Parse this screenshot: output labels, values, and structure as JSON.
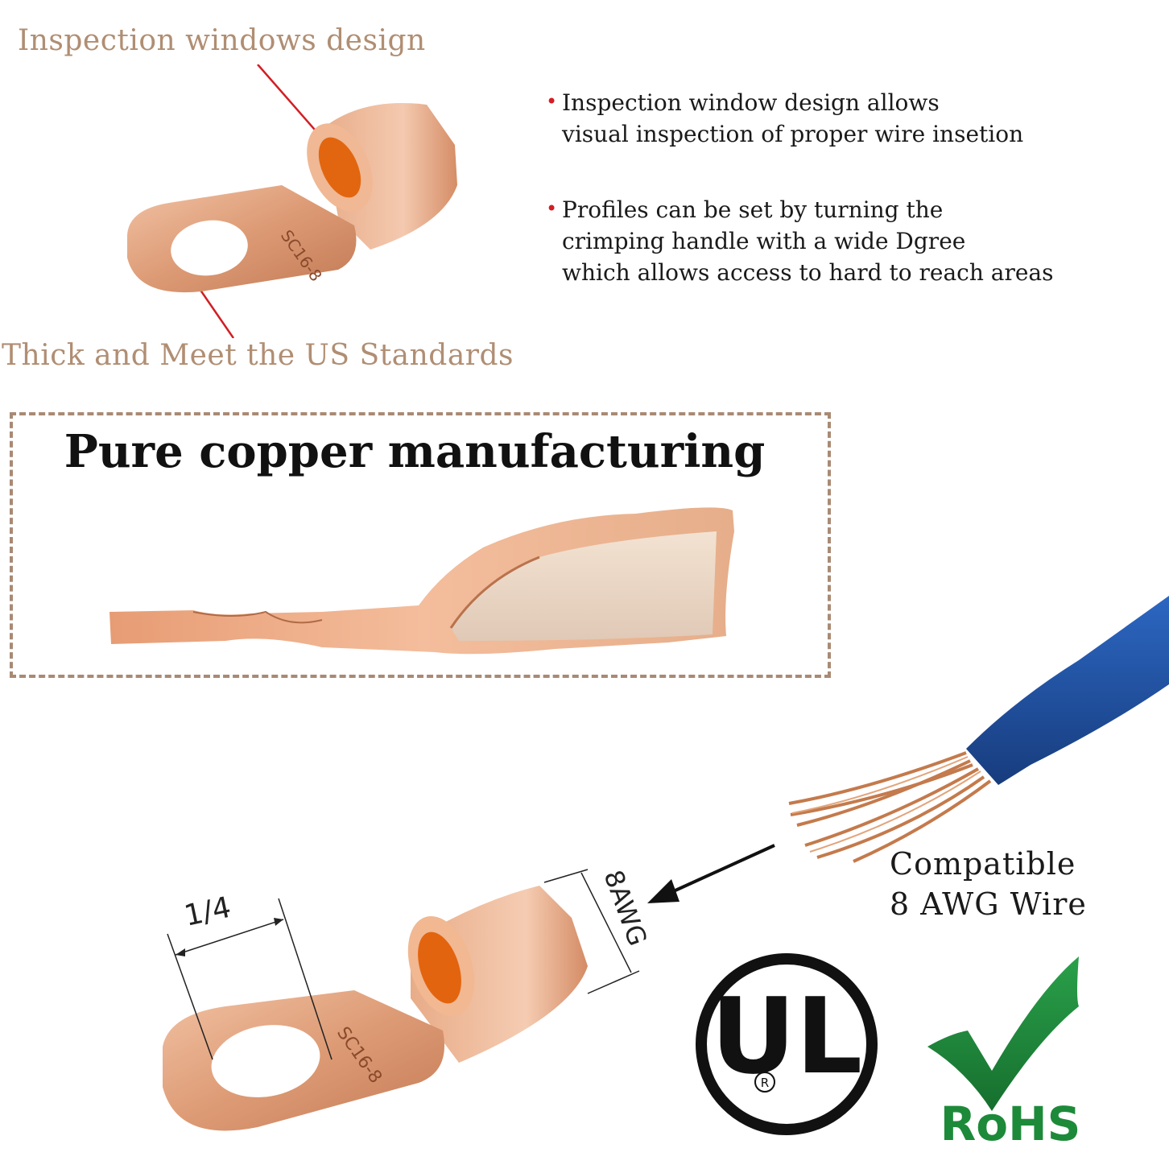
{
  "labels": {
    "inspection_windows": "Inspection windows design",
    "thick_standards": "Thick and Meet the US Standards"
  },
  "bullets": [
    {
      "dot": "•",
      "lines": [
        "Inspection window design allows",
        "visual inspection of proper wire insetion"
      ]
    },
    {
      "dot": "•",
      "lines": [
        "Profiles can be set by turning the",
        "crimping handle with a wide Dgree",
        "which allows access to hard to reach areas"
      ]
    }
  ],
  "box": {
    "title": "Pure copper manufacturing"
  },
  "lug": {
    "stamp": "SC16-8"
  },
  "dimensions": {
    "stud": "1/4",
    "wire": "8AWG"
  },
  "compatible": {
    "line1": "Compatible",
    "line2": "8 AWG Wire"
  },
  "certs": {
    "ul_letters": "UL",
    "ul_reg": "R",
    "rohs": "RoHS"
  },
  "colors": {
    "copper": "#d99672",
    "label_tan": "#b08e73",
    "dash_border": "#a98a74",
    "bullet_red": "#d21e24",
    "wire_blue": "#1f4f9c",
    "rohs_green": "#1d8a3a"
  },
  "icons": [
    "ring-lug-icon",
    "wire-icon",
    "ul-certification-icon",
    "rohs-check-icon",
    "arrow-icon"
  ]
}
